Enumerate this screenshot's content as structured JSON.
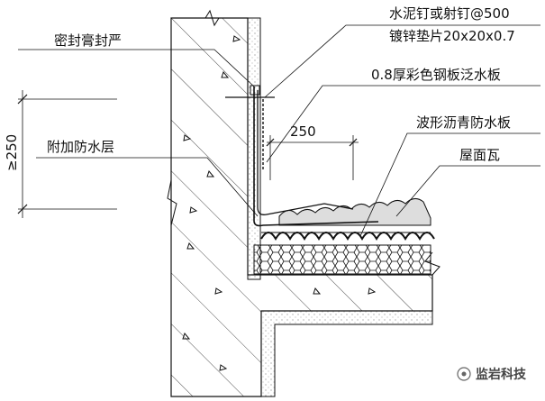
{
  "labels": {
    "sealant": "密封膏封严",
    "nail_line1": "水泥钉或射钉@500",
    "nail_line2": "镀锌垫片20x20x0.7",
    "flashing": "0.8厚彩色钢板泛水板",
    "extra_waterproof": "附加防水层",
    "asphalt_sheet": "波形沥青防水板",
    "roof_tile": "屋面瓦"
  },
  "dimensions": {
    "vertical": "≥250",
    "horizontal": "250"
  },
  "watermark": {
    "text": "监岩科技"
  },
  "colors": {
    "line": "#111111",
    "background": "#ffffff"
  }
}
